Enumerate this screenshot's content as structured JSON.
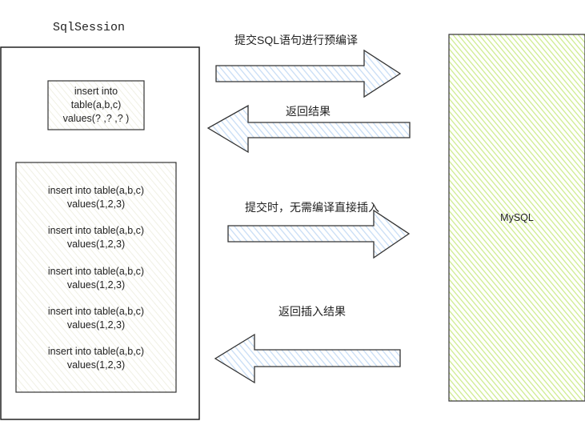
{
  "session": {
    "title": "SqlSession",
    "prepared_statement": [
      "insert into",
      "table(a,b,c)",
      "values(? ,? ,? )"
    ],
    "batch_statements": [
      [
        "insert into table(a,b,c)",
        "values(1,2,3)"
      ],
      [
        "insert into table(a,b,c)",
        "values(1,2,3)"
      ],
      [
        "insert into table(a,b,c)",
        "values(1,2,3)"
      ],
      [
        "insert into table(a,b,c)",
        "values(1,2,3)"
      ],
      [
        "insert into table(a,b,c)",
        "values(1,2,3)"
      ]
    ]
  },
  "database": {
    "label": "MySQL",
    "fill_color": "#cdeb8b"
  },
  "arrows": [
    {
      "label": "提交SQL语句进行预编译",
      "direction": "right"
    },
    {
      "label": "返回结果",
      "direction": "left"
    },
    {
      "label": "提交时，无需编译直接插入",
      "direction": "right"
    },
    {
      "label": "返回插入结果",
      "direction": "left"
    }
  ],
  "colors": {
    "arrow_fill": "#dae8fc",
    "stroke": "#333333"
  }
}
